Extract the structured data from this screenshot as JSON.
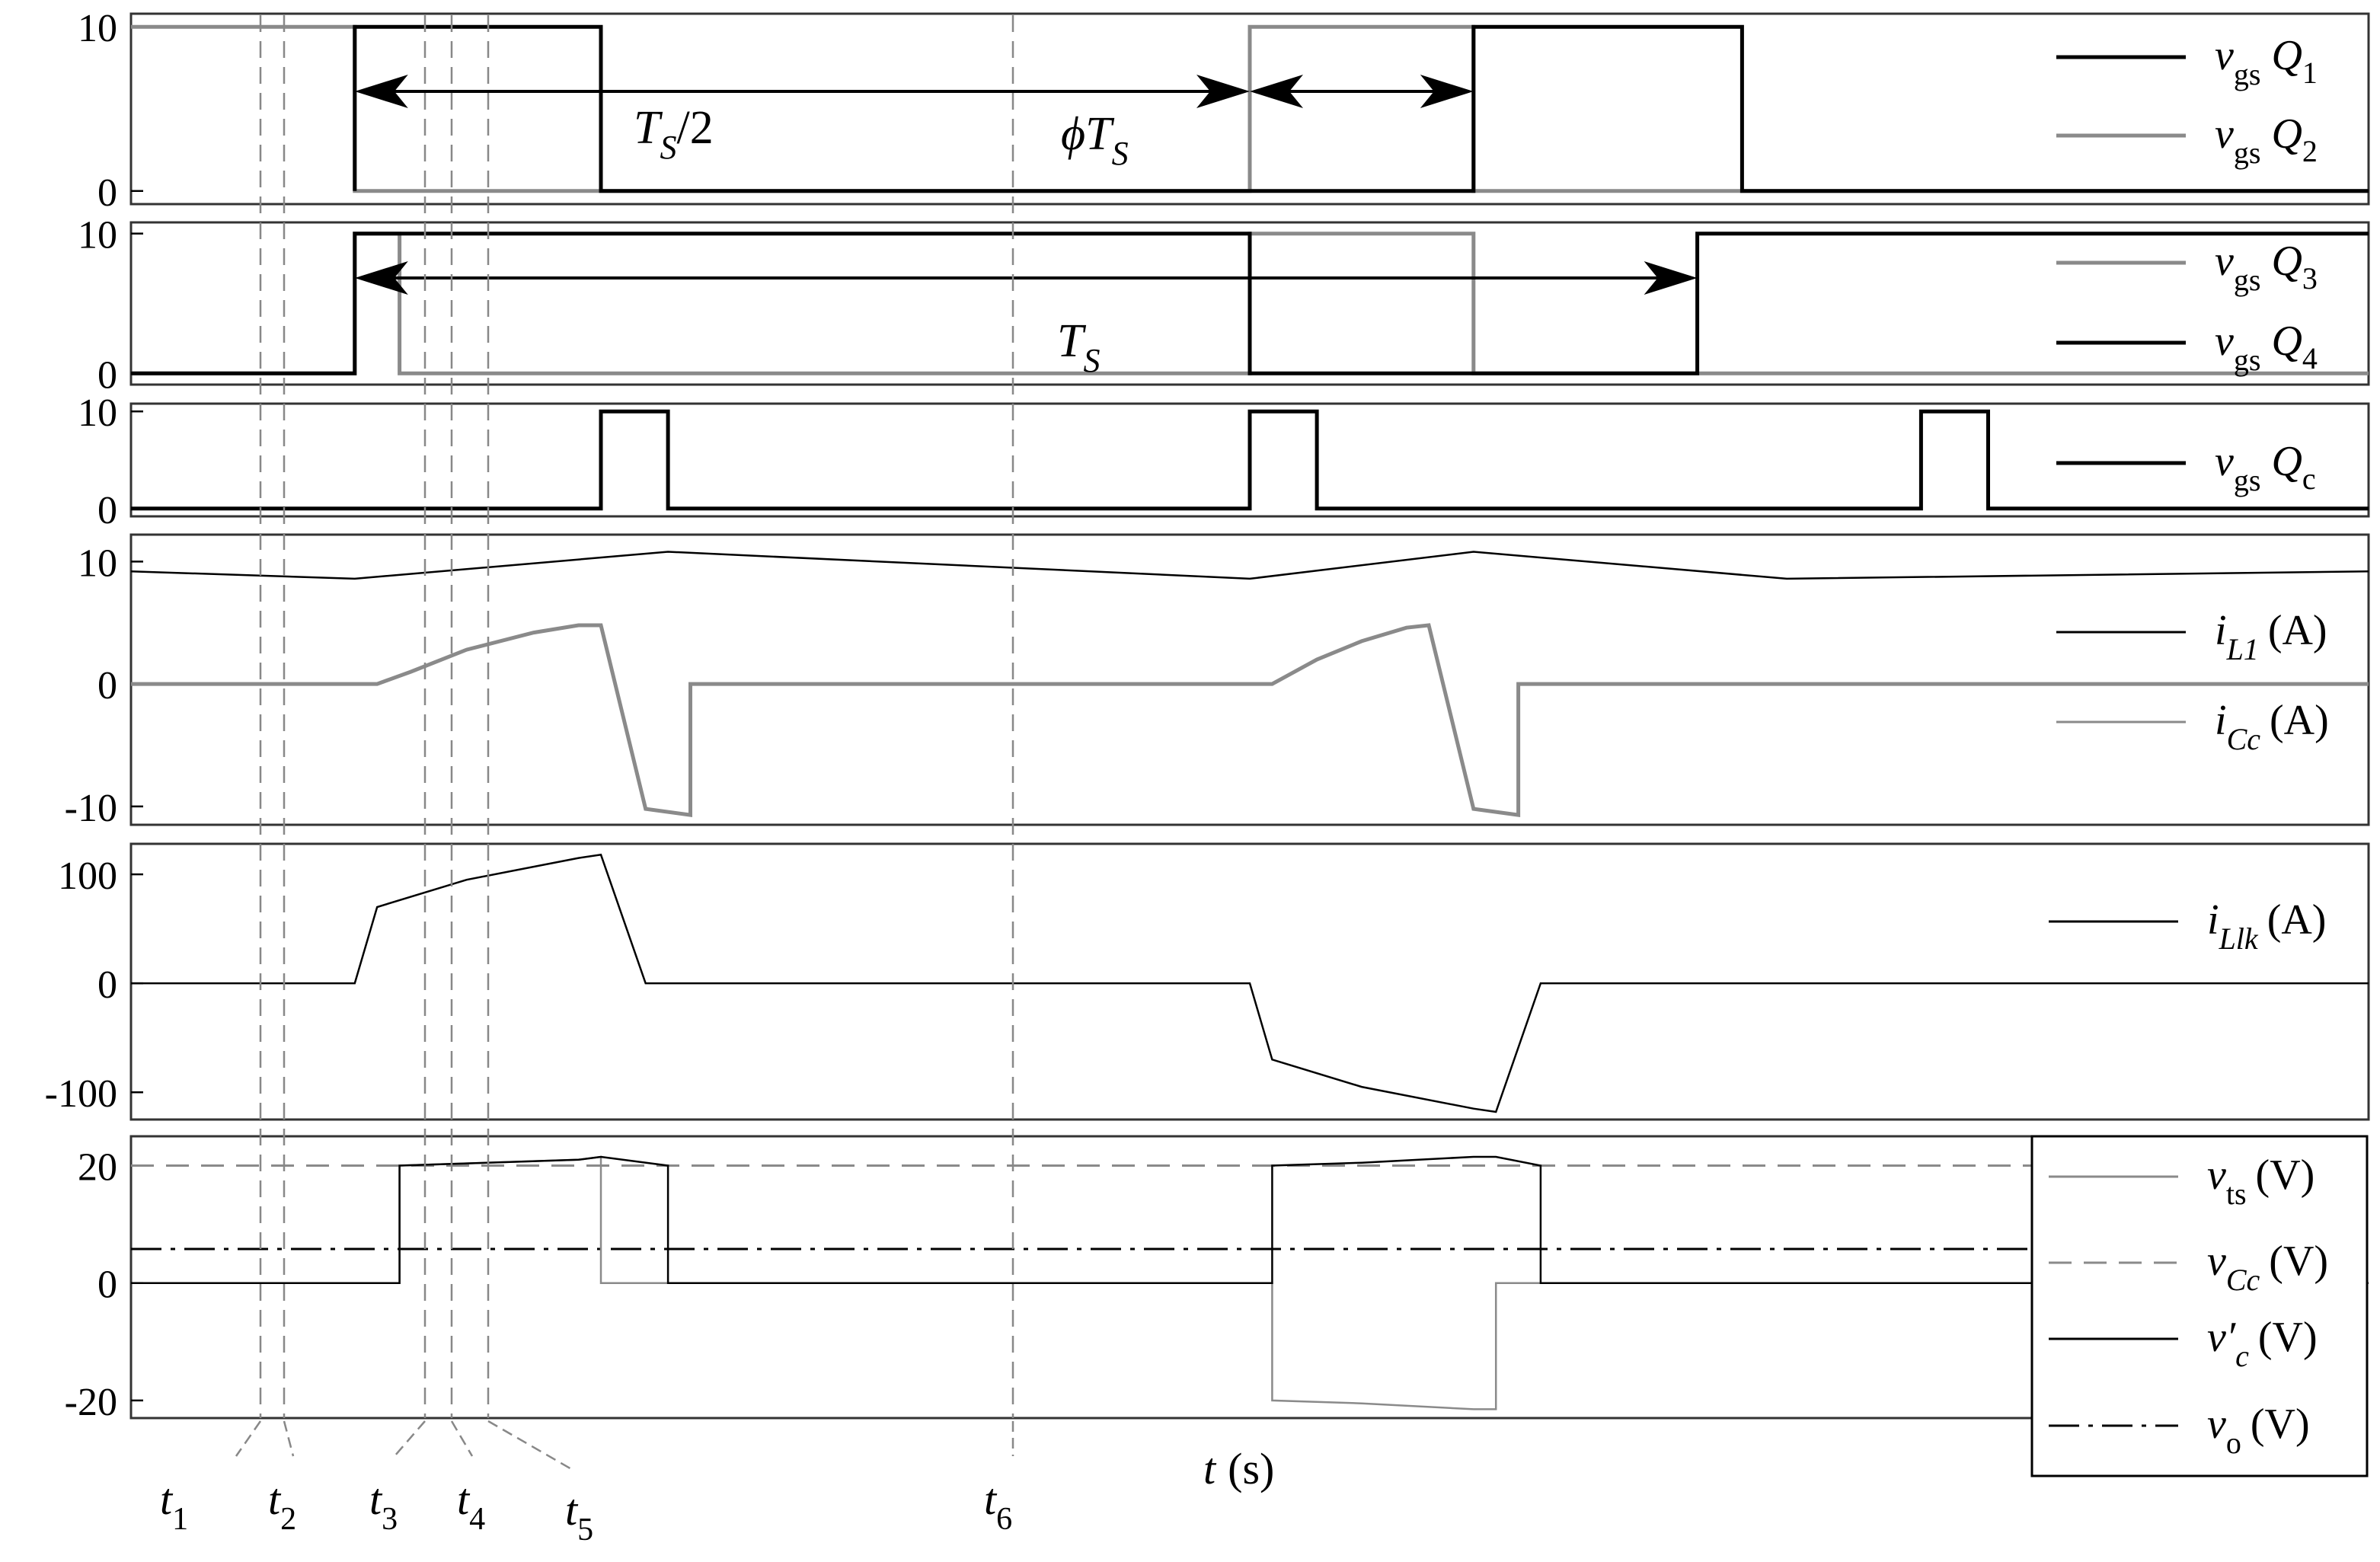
{
  "colors": {
    "black": "#000000",
    "gray": "#8a8a8a",
    "frame": "#333333"
  },
  "chart_data": {
    "type": "line",
    "x_axis": {
      "label_var": "t",
      "label_unit": "(s)"
    },
    "time_markers": [
      {
        "name": "t1",
        "sym": "t",
        "sub": "1"
      },
      {
        "name": "t2",
        "sym": "t",
        "sub": "2"
      },
      {
        "name": "t3",
        "sym": "t",
        "sub": "3"
      },
      {
        "name": "t4",
        "sym": "t",
        "sub": "4"
      },
      {
        "name": "t5",
        "sym": "t",
        "sub": "5"
      },
      {
        "name": "t6",
        "sym": "t",
        "sub": "6"
      }
    ],
    "panels": [
      {
        "id": "p1",
        "ylim": [
          -0.8,
          10.8
        ],
        "yticks": [
          0,
          10
        ],
        "series": [
          {
            "name": "vgs Q1",
            "color": "gray",
            "width": 5,
            "x": [
              0,
              0.1,
              0.1,
              0.21,
              0.21,
              0.5,
              0.5,
              0.6,
              0.6,
              1.0
            ],
            "y": [
              10,
              10,
              0,
              0,
              0,
              0,
              10,
              10,
              0,
              0
            ]
          },
          {
            "name": "vgs Q2",
            "color": "black",
            "width": 5,
            "x": [
              0.1,
              0.1,
              0.21,
              0.21,
              0.5,
              0.5,
              0.6,
              0.6,
              0.65,
              0.65,
              0.72,
              0.72,
              1.0
            ],
            "y": [
              0,
              10,
              10,
              0,
              0,
              0,
              0,
              10,
              10,
              10,
              10,
              0,
              0
            ]
          }
        ],
        "legend": [
          {
            "sym": "v",
            "sub": "gs",
            "var": "Q",
            "var_sub": "1",
            "color": "black"
          },
          {
            "sym": "v",
            "sub": "gs",
            "var": "Q",
            "var_sub": "2",
            "color": "gray"
          }
        ],
        "annotations": [
          {
            "type": "arrow",
            "label": "T",
            "label_sub": "S",
            "label_suffix": "/2"
          },
          {
            "type": "arrow",
            "label": "ϕT",
            "label_sub": "S",
            "label_suffix": ""
          }
        ]
      },
      {
        "id": "p2",
        "ylim": [
          -0.8,
          10.8
        ],
        "yticks": [
          0,
          10
        ],
        "series": [
          {
            "name": "vgs Q3",
            "color": "gray",
            "width": 5,
            "x": [
              0,
              0.1,
              0.1,
              0.12,
              0.12,
              0.5,
              0.5,
              0.6,
              0.6,
              1.0
            ],
            "y": [
              0,
              0,
              10,
              10,
              0,
              0,
              10,
              10,
              0,
              0
            ]
          },
          {
            "name": "vgs Q4",
            "color": "black",
            "width": 5,
            "x": [
              0,
              0.1,
              0.1,
              0.5,
              0.5,
              0.7,
              0.7,
              1.0
            ],
            "y": [
              0,
              0,
              10,
              10,
              0,
              0,
              10,
              10
            ]
          }
        ],
        "legend": [
          {
            "sym": "v",
            "sub": "gs",
            "var": "Q",
            "var_sub": "3",
            "color": "gray"
          },
          {
            "sym": "v",
            "sub": "gs",
            "var": "Q",
            "var_sub": "4",
            "color": "black"
          }
        ],
        "annotations": [
          {
            "type": "arrow",
            "label": "T",
            "label_sub": "S",
            "label_suffix": ""
          }
        ]
      },
      {
        "id": "p3",
        "ylim": [
          -0.8,
          10.8
        ],
        "yticks": [
          0,
          10
        ],
        "series": [
          {
            "name": "vgs Qc",
            "color": "black",
            "width": 5,
            "x": [
              0,
              0.21,
              0.21,
              0.24,
              0.24,
              0.5,
              0.5,
              0.53,
              0.53,
              0.8,
              0.8,
              0.83,
              0.83,
              1.0
            ],
            "y": [
              0,
              0,
              10,
              10,
              0,
              0,
              10,
              10,
              0,
              0,
              10,
              10,
              0,
              0
            ]
          }
        ],
        "legend": [
          {
            "sym": "v",
            "sub": "gs",
            "var": "Q",
            "var_sub": "c",
            "color": "black"
          }
        ]
      },
      {
        "id": "p4",
        "ylim": [
          -11.5,
          12.2
        ],
        "yticks": [
          10,
          0,
          -10
        ],
        "series": [
          {
            "name": "iL1 (A)",
            "color": "black",
            "width": 2.5,
            "x": [
              0,
              0.1,
              0.24,
              0.5,
              0.6,
              0.74,
              1.0
            ],
            "y": [
              9.2,
              8.6,
              10.8,
              8.6,
              10.8,
              8.6,
              9.2
            ]
          },
          {
            "name": "iCc (A)",
            "color": "gray",
            "width": 5,
            "x": [
              0,
              0.11,
              0.125,
              0.15,
              0.18,
              0.2,
              0.21,
              0.23,
              0.25,
              0.25,
              0.5,
              0.51,
              0.53,
              0.55,
              0.57,
              0.58,
              0.6,
              0.62,
              0.62,
              1.0
            ],
            "y": [
              0,
              0,
              1.0,
              2.8,
              4.2,
              4.8,
              4.8,
              -10.2,
              -10.7,
              0,
              0,
              0,
              2.0,
              3.5,
              4.6,
              4.8,
              -10.2,
              -10.7,
              0,
              0
            ]
          }
        ],
        "legend": [
          {
            "sym": "i",
            "sub": "L1",
            "sub_italic": true,
            "unit": "(A)",
            "color": "black"
          },
          {
            "sym": "i",
            "sub": "Cc",
            "sub_italic": true,
            "unit": "(A)",
            "color": "gray"
          }
        ]
      },
      {
        "id": "p5",
        "ylim": [
          -125,
          128
        ],
        "yticks": [
          100,
          0,
          -100
        ],
        "series": [
          {
            "name": "iLlk (A)",
            "color": "black",
            "width": 2.5,
            "x": [
              0,
              0.1,
              0.11,
              0.15,
              0.2,
              0.21,
              0.23,
              0.5,
              0.5,
              0.51,
              0.55,
              0.6,
              0.61,
              0.63,
              1.0
            ],
            "y": [
              0,
              0,
              70,
              95,
              115,
              118,
              0,
              0,
              0,
              -70,
              -95,
              -115,
              -118,
              0,
              0
            ]
          }
        ],
        "legend": [
          {
            "sym": "i",
            "sub": "Llk",
            "sub_italic": true,
            "unit": "(A)",
            "color": "black"
          }
        ]
      },
      {
        "id": "p6",
        "ylim": [
          -23,
          25
        ],
        "yticks": [
          20,
          0,
          -20
        ],
        "series": [
          {
            "name": "vCc (V)",
            "color": "gray",
            "width": 3,
            "dash": "dash",
            "x": [
              0,
              1
            ],
            "y": [
              20,
              20
            ]
          },
          {
            "name": "vo (V)",
            "color": "black",
            "width": 3,
            "dash": "dashdot",
            "x": [
              0,
              1
            ],
            "y": [
              5.8,
              5.8
            ]
          },
          {
            "name": "vts (V)",
            "color": "gray",
            "width": 2.5,
            "x": [
              0,
              0.12,
              0.12,
              0.2,
              0.21,
              0.21,
              0.24,
              0.24,
              0.5,
              0.51,
              0.51,
              0.55,
              0.6,
              0.61,
              0.61,
              1.0
            ],
            "y": [
              0,
              0,
              20,
              21,
              21.5,
              0,
              0,
              0,
              0,
              0,
              -20,
              -20.5,
              -21.5,
              -21.5,
              0,
              0
            ]
          },
          {
            "name": "v'c (V)",
            "color": "black",
            "width": 2.5,
            "x": [
              0,
              0.12,
              0.12,
              0.2,
              0.21,
              0.24,
              0.24,
              0.5,
              0.51,
              0.51,
              0.55,
              0.6,
              0.61,
              0.63,
              0.63,
              1.0
            ],
            "y": [
              0,
              0,
              20,
              21,
              21.5,
              20,
              0,
              0,
              0,
              20,
              20.5,
              21.5,
              21.5,
              20,
              0,
              0
            ]
          }
        ],
        "legend": [
          {
            "sym": "v",
            "sub": "ts",
            "unit": "(V)",
            "color": "gray",
            "style": "solid"
          },
          {
            "sym": "v",
            "sub": "Cc",
            "sub_italic": true,
            "unit": "(V)",
            "color": "gray",
            "style": "dash"
          },
          {
            "sym": "v′",
            "sub": "c",
            "sub_italic": true,
            "unit": "(V)",
            "color": "black",
            "style": "solid"
          },
          {
            "sym": "v",
            "sub": "o",
            "unit": "(V)",
            "color": "black",
            "style": "dashdot"
          }
        ]
      }
    ]
  }
}
